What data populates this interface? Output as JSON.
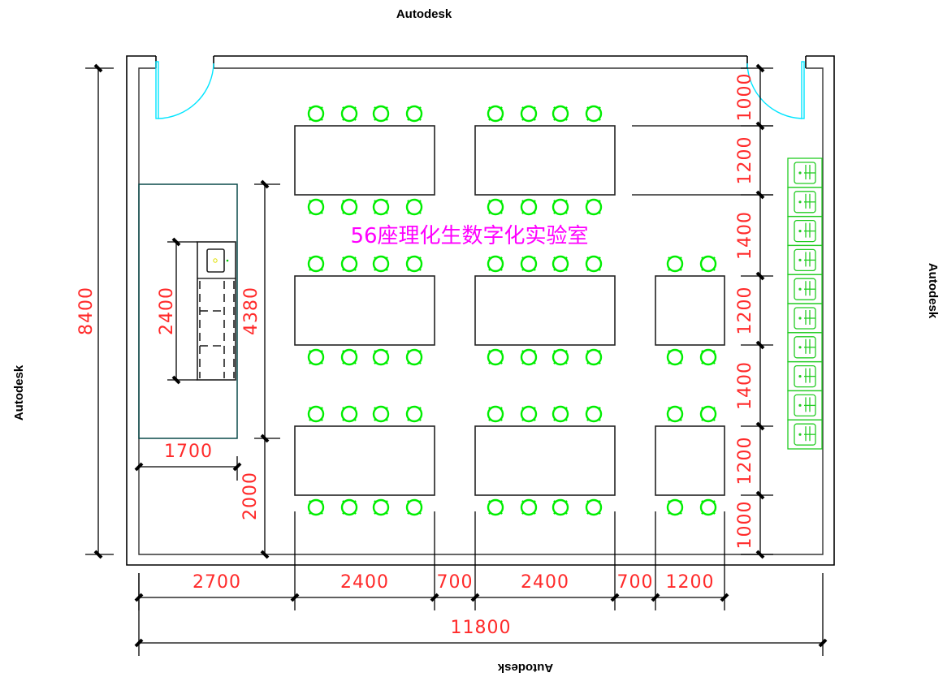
{
  "watermarks": {
    "top": "Autodesk",
    "left": "Autodesk",
    "right": "Autodesk",
    "bottom": "Autodesk"
  },
  "plan_title": "56座理化生数字化实验室",
  "dimensions": {
    "overall_height": "8400",
    "overall_width": "11800",
    "bench_length": "2400",
    "bench_zone_height": "4380",
    "bench_zone_width": "1700",
    "bench_bottom_gap": "2000",
    "horizontal": [
      "2700",
      "2400",
      "700",
      "2400",
      "700",
      "1200"
    ],
    "vertical_right": [
      "1000",
      "1200",
      "1400",
      "1200",
      "1400",
      "1200",
      "1000"
    ]
  },
  "layout": {
    "seats_total": 56,
    "table_rows": 3,
    "large_tables_per_row": 2,
    "chairs_per_large_table_side": 4,
    "small_tables": 2,
    "chairs_per_small_table_side": 2,
    "fume_hoods": 10,
    "doors": 2
  },
  "colors": {
    "dimension_text": "#ff2a2a",
    "title_text": "#ff00ff",
    "chairs": "#00ee00",
    "doors": "#00e5ff",
    "walls": "#000000"
  }
}
